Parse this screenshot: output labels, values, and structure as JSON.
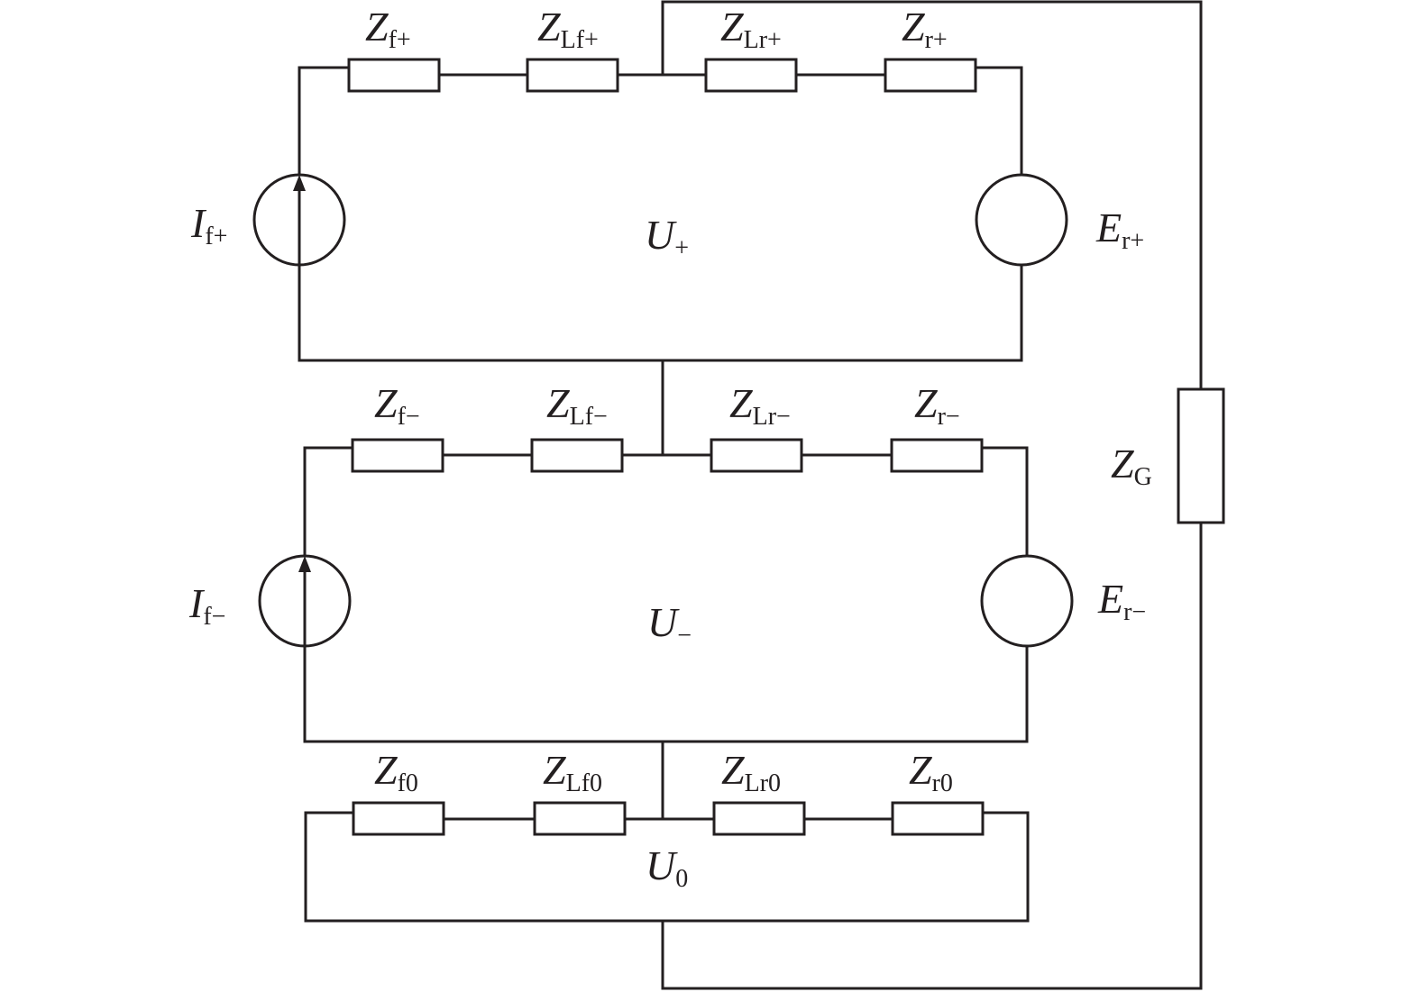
{
  "colors": {
    "line": "#231f20",
    "background": "#ffffff"
  },
  "positive": {
    "impedances": [
      {
        "main": "Z",
        "sub": "f+"
      },
      {
        "main": "Z",
        "sub": "Lf+"
      },
      {
        "main": "Z",
        "sub": "Lr+"
      },
      {
        "main": "Z",
        "sub": "r+"
      }
    ],
    "current_source": {
      "main": "I",
      "sub": "f+"
    },
    "voltage_source": {
      "main": "E",
      "sub": "r+"
    },
    "voltage": {
      "main": "U",
      "sub": "+"
    }
  },
  "negative": {
    "impedances": [
      {
        "main": "Z",
        "sub": "f−"
      },
      {
        "main": "Z",
        "sub": "Lf−"
      },
      {
        "main": "Z",
        "sub": "Lr−"
      },
      {
        "main": "Z",
        "sub": "r−"
      }
    ],
    "current_source": {
      "main": "I",
      "sub": "f−"
    },
    "voltage_source": {
      "main": "E",
      "sub": "r−"
    },
    "voltage": {
      "main": "U",
      "sub": "−"
    }
  },
  "zero": {
    "impedances": [
      {
        "main": "Z",
        "sub": "f0"
      },
      {
        "main": "Z",
        "sub": "Lf0"
      },
      {
        "main": "Z",
        "sub": "Lr0"
      },
      {
        "main": "Z",
        "sub": "r0"
      }
    ],
    "voltage": {
      "main": "U",
      "sub": "0"
    }
  },
  "ground_impedance": {
    "main": "Z",
    "sub": "G"
  }
}
